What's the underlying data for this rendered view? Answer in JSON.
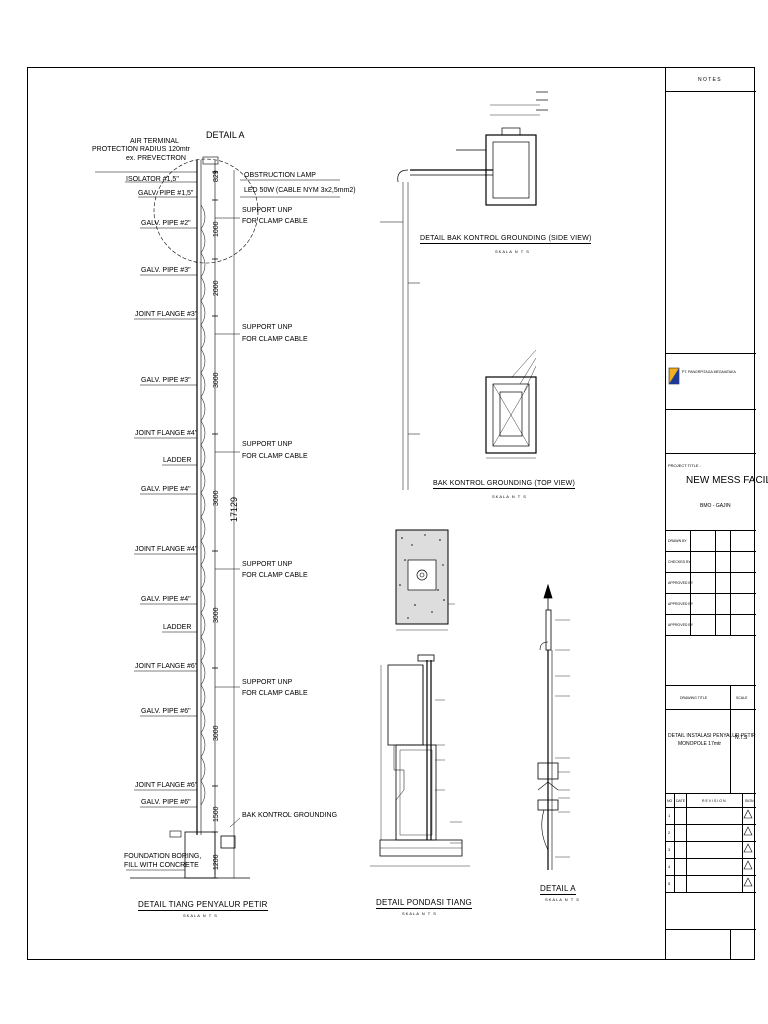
{
  "main_pole": {
    "detail_a_label": "DETAIL A",
    "labels": {
      "air_terminal": [
        "AIR TERMINAL",
        "PROTECTION RADIUS 120mtr",
        "ex. PREVECTRON"
      ],
      "isolator": "ISOLATOR #1,5\"",
      "galv_pipe_1_5": "GALV. PIPE #1,5\"",
      "galv_pipe_2_a": "GALV. PIPE #2\"",
      "galv_pipe_2_b": "GALV. PIPE #3\"",
      "joint_flange_3": "JOINT FLANGE #3\"",
      "galv_pipe_3": "GALV. PIPE #3\"",
      "joint_flange_4a": "JOINT FLANGE #4\"",
      "ladder_1": "LADDER",
      "galv_pipe_4a": "GALV. PIPE #4\"",
      "joint_flange_4b": "JOINT FLANGE #4\"",
      "galv_pipe_4b": "GALV. PIPE #4\"",
      "ladder_2": "LADDER",
      "joint_flange_6a": "JOINT FLANGE #6\"",
      "galv_pipe_6a": "GALV. PIPE #6\"",
      "joint_flange_6b": "JOINT FLANGE #6\"",
      "galv_pipe_6b": "GALV. PIPE #6\"",
      "foundation": [
        "FOUNDATION BORING,",
        "FILL WITH CONCRETE"
      ],
      "obstruction_lamp": [
        "OBSTRUCTION LAMP",
        "LED 50W (CABLE NYM 3x2,5mm2)"
      ],
      "support_unp": [
        "SUPPORT UNP",
        "FOR CLAMP CABLE"
      ],
      "bak_kontrol": "BAK KONTROL GROUNDING"
    },
    "dimensions": [
      "829",
      "1000",
      "2000",
      "3000",
      "3000",
      "3000",
      "3000",
      "1500",
      "1200"
    ],
    "total_dimension": "17129",
    "title": "DETAIL TIANG PENYALUR PETIR",
    "scale": "SKALA N T S"
  },
  "bak_side": {
    "title": "DETAIL BAK KONTROL GROUNDING (SIDE VIEW)",
    "scale": "SKALA N T S"
  },
  "bak_top": {
    "title": "BAK KONTROL GROUNDING (TOP VIEW)",
    "scale": "SKALA N T S"
  },
  "pondasi": {
    "title": "DETAIL PONDASI TIANG",
    "scale": "SKALA N T S"
  },
  "detail_a": {
    "title": "DETAIL A",
    "scale": "SKALA N T S"
  },
  "title_block": {
    "notes": "N O T E S",
    "company": "PT. PANGRPITAGA MEGAIATAKA",
    "project_title_label": "PROJECT TITLE :",
    "project_name": "NEW MESS FACILITY",
    "project_location": "BMO - GAJIN",
    "sign_rows": [
      "DRAWN BY",
      "CHECKED BY",
      "APPROVED BY",
      "APPROVED BY",
      "APPROVED BY"
    ],
    "drawing_title_label": "DRAWING TITLE",
    "scale_label": "SCALE",
    "drawing_title": [
      "DETAIL INSTALASI PENYALUR PETIR",
      "MONOPOLE 17mtr"
    ],
    "scale_value": "N.T.S",
    "revision_header": [
      "NO",
      "DATE",
      "R E V I S I O N",
      "SIGN"
    ],
    "revision_numbers": [
      "1",
      "2",
      "3",
      "4",
      "5"
    ]
  }
}
